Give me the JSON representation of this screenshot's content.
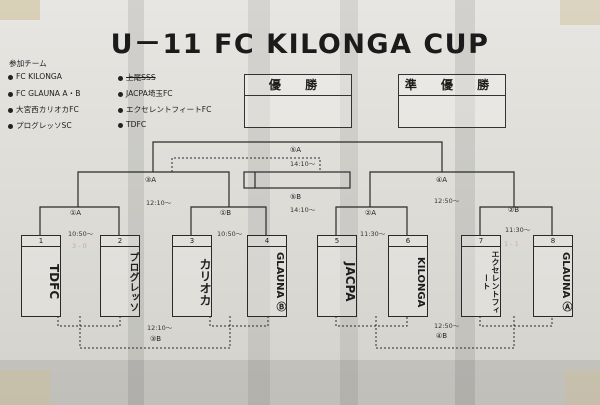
{
  "title": "U－11 FC KILONGA CUP",
  "participants": {
    "heading": "参加チーム",
    "teams": [
      {
        "name": "FC KILONGA",
        "struck": false
      },
      {
        "name": "FC GLAUNA A・B",
        "struck": false
      },
      {
        "name": "大宮西カリオカFC",
        "struck": false
      },
      {
        "name": "プログレッソSC",
        "struck": false
      },
      {
        "name": "上尾SSS",
        "struck": true
      },
      {
        "name": "JACPA埼玉FC",
        "struck": false
      },
      {
        "name": "エクセレントフィートFC",
        "struck": false
      },
      {
        "name": "TDFC",
        "struck": false
      }
    ]
  },
  "results": {
    "champion_label": "優 勝",
    "runnerup_label": "準 優 勝"
  },
  "bracket": {
    "teams": [
      {
        "num": "1",
        "name": "TDFC"
      },
      {
        "num": "2",
        "name": "プログレッソ"
      },
      {
        "num": "3",
        "name": "カリオカ"
      },
      {
        "num": "4",
        "name": "GLAUNA Ⓑ"
      },
      {
        "num": "5",
        "name": "JACPA"
      },
      {
        "num": "6",
        "name": "KILONGA"
      },
      {
        "num": "7",
        "name": "エクセレントフィート"
      },
      {
        "num": "8",
        "name": "GLAUNA Ⓐ"
      }
    ],
    "matches": {
      "m1a": "①A",
      "m1a_time": "10:50〜",
      "m1b": "①B",
      "m1b_time": "10:50〜",
      "m2a": "②A",
      "m2a_time": "11:30〜",
      "m2b": "②B",
      "m2b_time": "11:30〜",
      "m3a": "③A",
      "m3a_time": "12:10〜",
      "m4a": "④A",
      "m4a_time": "12:50〜",
      "m5a": "⑤A",
      "m5b": "⑤B",
      "m3b": "③B",
      "m3b_time": "12:10〜",
      "m4b": "④B",
      "m4b_time": "12:50〜",
      "final_time": "14:10〜",
      "third_time": "14:10〜"
    },
    "scores": {
      "s12": "3 - 0",
      "s78": "1 - 1"
    }
  }
}
